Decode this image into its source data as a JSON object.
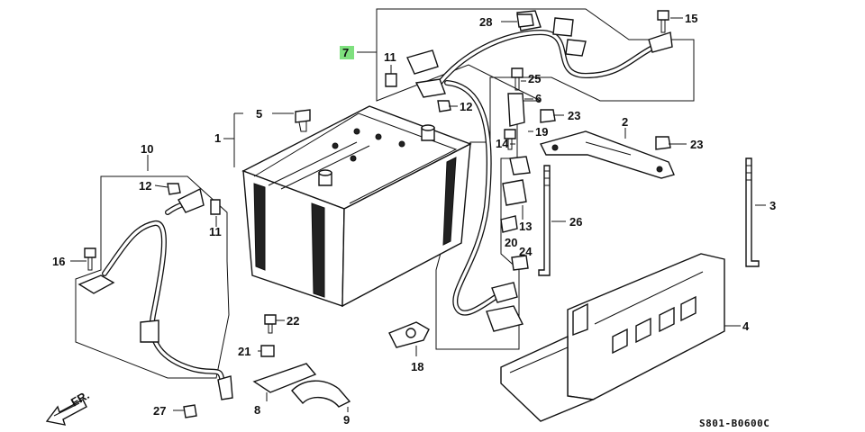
{
  "diagram": {
    "code": "S801-B0600C",
    "direction_label": "FR.",
    "highlight_color": "#7ee07e",
    "callouts": [
      {
        "id": "1",
        "label": "1"
      },
      {
        "id": "2",
        "label": "2"
      },
      {
        "id": "3",
        "label": "3"
      },
      {
        "id": "4",
        "label": "4"
      },
      {
        "id": "5",
        "label": "5"
      },
      {
        "id": "6",
        "label": "6"
      },
      {
        "id": "7",
        "label": "7",
        "highlighted": true
      },
      {
        "id": "8",
        "label": "8"
      },
      {
        "id": "9",
        "label": "9"
      },
      {
        "id": "10",
        "label": "10"
      },
      {
        "id": "11a",
        "label": "11"
      },
      {
        "id": "11b",
        "label": "11"
      },
      {
        "id": "12a",
        "label": "12"
      },
      {
        "id": "12b",
        "label": "12"
      },
      {
        "id": "13",
        "label": "13"
      },
      {
        "id": "14",
        "label": "14"
      },
      {
        "id": "15",
        "label": "15"
      },
      {
        "id": "16",
        "label": "16"
      },
      {
        "id": "18",
        "label": "18"
      },
      {
        "id": "19",
        "label": "19"
      },
      {
        "id": "20",
        "label": "20"
      },
      {
        "id": "21",
        "label": "21"
      },
      {
        "id": "22",
        "label": "22"
      },
      {
        "id": "23a",
        "label": "23"
      },
      {
        "id": "23b",
        "label": "23"
      },
      {
        "id": "24",
        "label": "24"
      },
      {
        "id": "25",
        "label": "25"
      },
      {
        "id": "26",
        "label": "26"
      },
      {
        "id": "27",
        "label": "27"
      },
      {
        "id": "28",
        "label": "28"
      }
    ]
  }
}
